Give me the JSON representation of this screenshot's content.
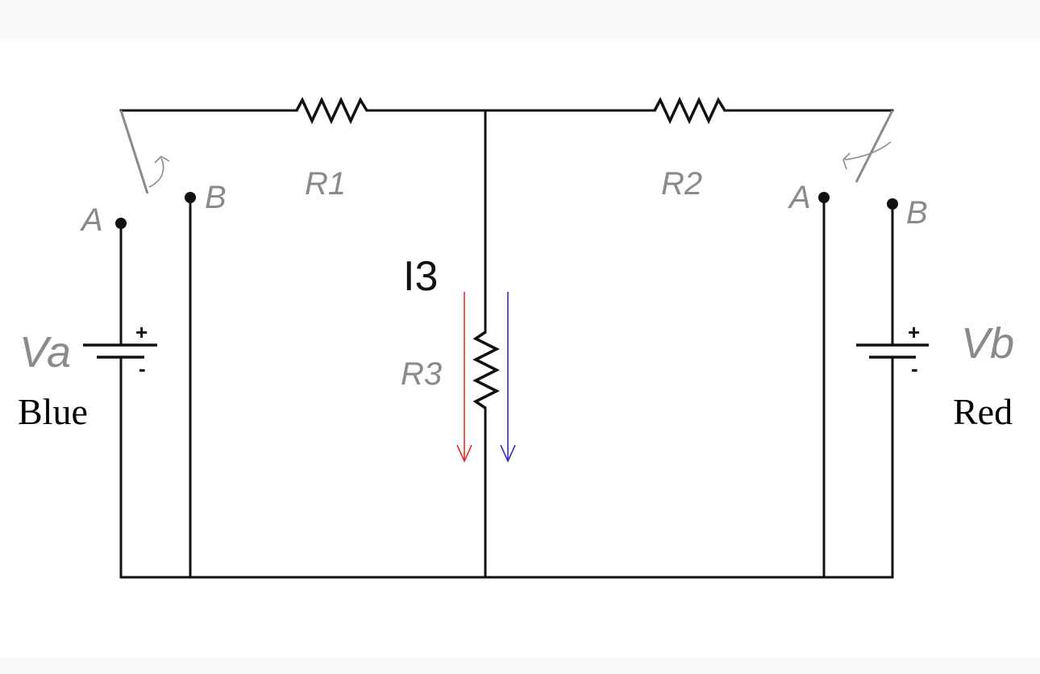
{
  "resistors": {
    "r1": "R1",
    "r2": "R2",
    "r3": "R3"
  },
  "current_label": "I3",
  "sources": {
    "left": {
      "name": "Va",
      "caption": "Blue",
      "plus": "+",
      "minus": "-"
    },
    "right": {
      "name": "Vb",
      "caption": "Red",
      "plus": "+",
      "minus": "-"
    }
  },
  "switch_terminals": {
    "left": {
      "a": "A",
      "b": "B"
    },
    "right": {
      "a": "A",
      "b": "B"
    }
  },
  "arrow_colors": {
    "red": "#e03030",
    "blue": "#3030c0"
  },
  "label_color": "#8a8a8a"
}
